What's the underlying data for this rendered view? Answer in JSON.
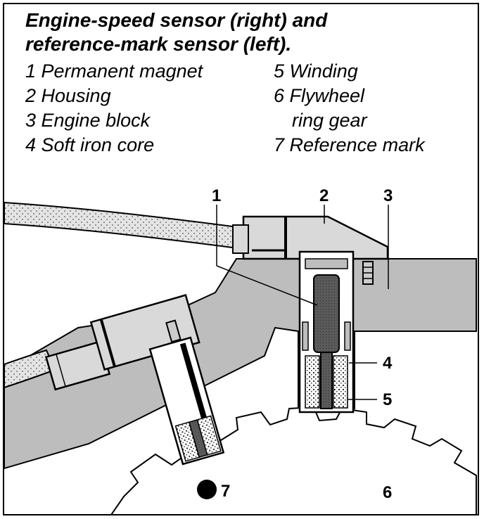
{
  "title": {
    "line1": "Engine-speed sensor (right) and",
    "line2": "reference-mark sensor (left)."
  },
  "legend": {
    "left": [
      "1 Permanent magnet",
      "2 Housing",
      "3 Engine block",
      "4 Soft iron core"
    ],
    "right": [
      "5 Winding",
      "6 Flywheel",
      "ring gear",
      "7 Reference mark"
    ]
  },
  "callouts": {
    "c1": "1",
    "c2": "2",
    "c3": "3",
    "c4": "4",
    "c5": "5",
    "c6": "6",
    "c7": "7"
  },
  "colors": {
    "metal_gray": "#bdbdbd",
    "light_gray": "#d9d9d9",
    "dark_core": "#555555",
    "ink": "#000000"
  }
}
